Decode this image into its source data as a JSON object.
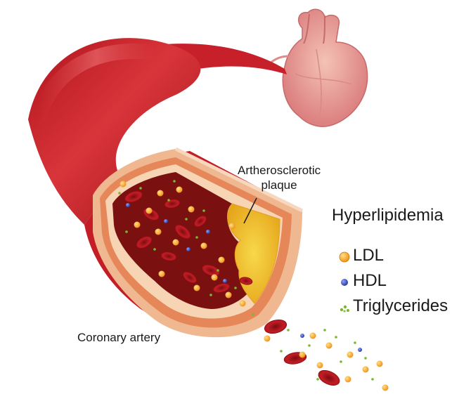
{
  "labels": {
    "plaque_line1": "Artherosclerotic",
    "plaque_line2": "plaque",
    "title": "Hyperlipidemia",
    "coronary": "Coronary artery"
  },
  "legend": [
    {
      "label": "LDL",
      "icon": "ldl-particle-icon",
      "color": "#f5a21a"
    },
    {
      "label": "HDL",
      "icon": "hdl-particle-icon",
      "color": "#3a4fb8"
    },
    {
      "label": "Triglycerides",
      "icon": "triglyceride-particles-icon",
      "color": "#7ab82e"
    }
  ],
  "colors": {
    "artery_outer": "#c8202a",
    "artery_highlight": "#e8545a",
    "wall_layer": "#f0b890",
    "lumen": "#7a1010",
    "plaque": "#f2c230",
    "red_cell": "#b51a22",
    "heart": "#e79a98"
  }
}
